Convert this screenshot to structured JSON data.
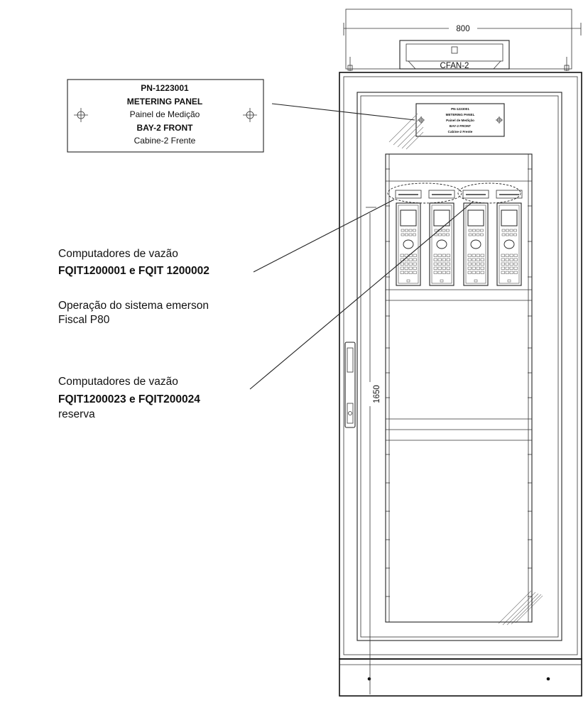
{
  "dimensions": {
    "width_label": "800",
    "height_label": "1650"
  },
  "fan": {
    "label": "CFAN-2"
  },
  "nameplate": {
    "lines": [
      "PN-1223001",
      "METERING PANEL",
      "Painel de Medição",
      "BAY-2  FRONT",
      "Cabine-2 Frente"
    ]
  },
  "small_nameplate": {
    "lines": [
      "PN-1223001",
      "METERING PANEL",
      "Painel de Medição",
      "BAY-2  FRONT",
      "Cabine-2 Frente"
    ]
  },
  "callouts": {
    "first": {
      "line1": "Computadores de vazão",
      "line2": "FQIT1200001 e FQIT 1200002"
    },
    "operation": {
      "line1": "Operação do sistema emerson",
      "line2": "Fiscal P80"
    },
    "second": {
      "line1": "Computadores de vazão",
      "line2": "FQIT1200023 e FQIT200024",
      "line3": "reserva"
    }
  },
  "colors": {
    "line": "#111111",
    "background": "#ffffff"
  }
}
